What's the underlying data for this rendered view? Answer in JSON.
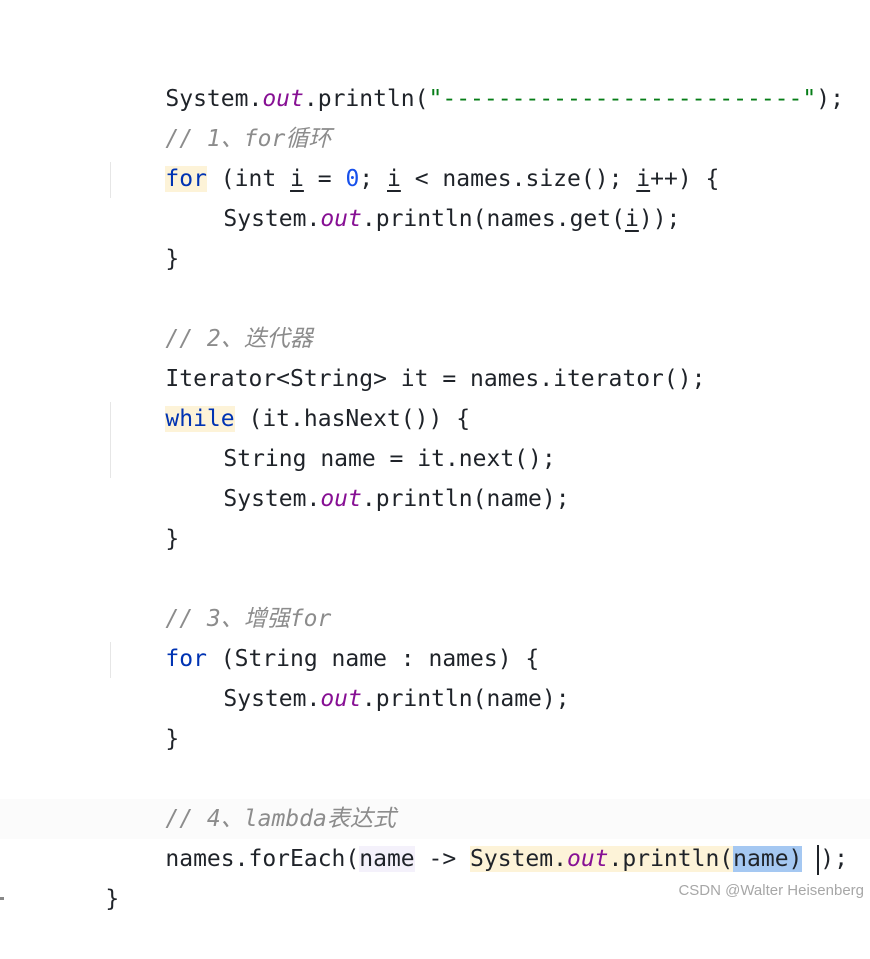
{
  "code": {
    "line1": {
      "a": "System.",
      "out": "out",
      "b": ".println(",
      "str": "\"--------------------------\"",
      "c": ");"
    },
    "line2": {
      "comment": "// 1、for循环"
    },
    "line3": {
      "kw": "for",
      "a": " (int ",
      "i1": "i",
      "b": " = ",
      "zero": "0",
      "c": "; ",
      "i2": "i",
      "d": " < names.size(); ",
      "i3": "i",
      "e": "++) {"
    },
    "line4": {
      "a": "System.",
      "out": "out",
      "b": ".println(names.get(",
      "i": "i",
      "c": "));"
    },
    "line5": {
      "brace": "}"
    },
    "line6": {
      "comment": "// 2、迭代器"
    },
    "line7": {
      "text": "Iterator<String> it = names.iterator();"
    },
    "line8": {
      "kw": "while",
      "rest": " (it.hasNext()) {"
    },
    "line9": {
      "text": "String name = it.next();"
    },
    "line10": {
      "a": "System.",
      "out": "out",
      "b": ".println(name);"
    },
    "line11": {
      "brace": "}"
    },
    "line12": {
      "comment": "// 3、增强for"
    },
    "line13": {
      "kw": "for",
      "rest": " (String name : names) {"
    },
    "line14": {
      "a": "System.",
      "out": "out",
      "b": ".println(name);"
    },
    "line15": {
      "brace": "}"
    },
    "line16": {
      "comment": "// 4、lambda表达式"
    },
    "line17": {
      "a": "names.forEach(",
      "param": "name",
      "b": " -> ",
      "c": "System.",
      "out": "out",
      "d": ".println(",
      "sel": "name)",
      "e": " ",
      "f": ");"
    },
    "line18": {
      "brace": "}"
    }
  },
  "watermark": "CSDN @Walter Heisenberg",
  "colors": {
    "keyword": "#0033b3",
    "static_field": "#871094",
    "string": "#067d17",
    "number": "#1750eb",
    "comment": "#8c8c8c",
    "selection": "#a5c8f2"
  }
}
